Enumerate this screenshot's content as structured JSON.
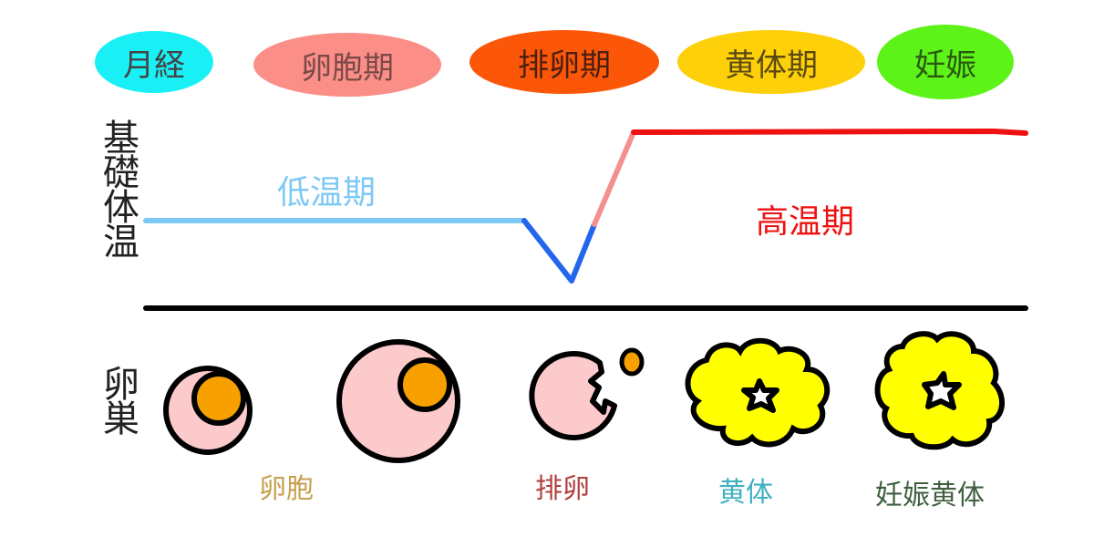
{
  "phases": [
    {
      "label": "月経",
      "color": "#19f0f5"
    },
    {
      "label": "卵胞期",
      "color": "#fc8e88"
    },
    {
      "label": "排卵期",
      "color": "#fc5608"
    },
    {
      "label": "黄体期",
      "color": "#fdd00a"
    },
    {
      "label": "妊娠",
      "color": "#5ef318"
    }
  ],
  "temperature": {
    "axis_label": "基礎体温",
    "low_label": "低温期",
    "high_label": "高温期",
    "low_color": "#7dc9f5",
    "dip_color": "#2266ee",
    "rise_color": "#f59090",
    "high_color": "#ee1111"
  },
  "ovary": {
    "axis_label": "卵巣",
    "stages": [
      {
        "label": "卵胞",
        "color": "#c8a050"
      },
      {
        "label": "排卵",
        "color": "#b04040"
      },
      {
        "label": "黄体",
        "color": "#40b0c0"
      },
      {
        "label": "妊娠黄体",
        "color": "#3f5f3f"
      }
    ]
  }
}
